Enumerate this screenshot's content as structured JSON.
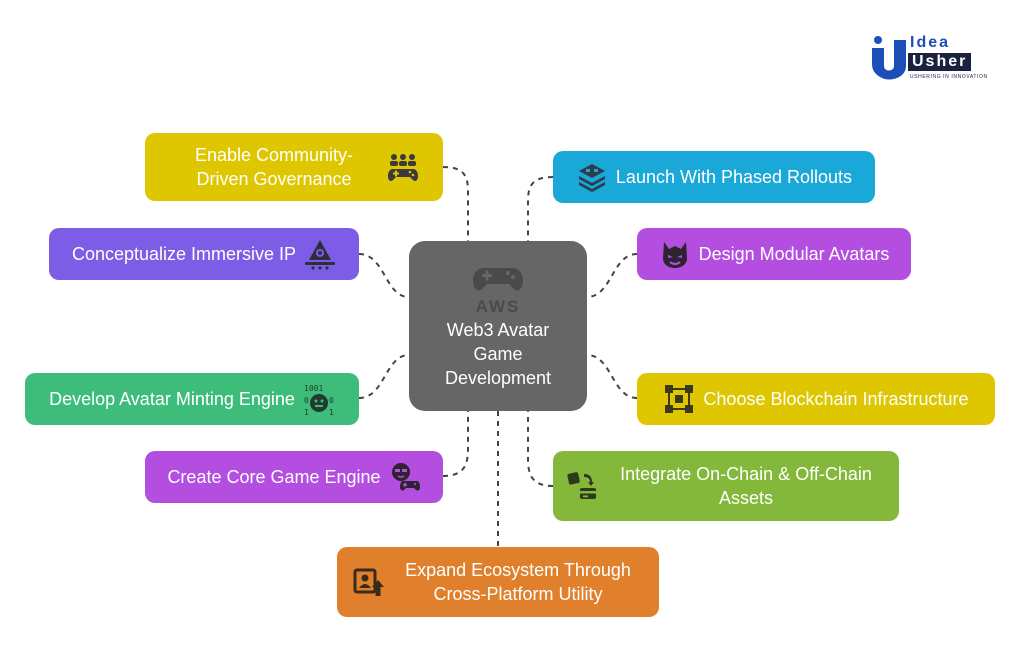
{
  "logo": {
    "word1": "Idea",
    "word2": "Usher",
    "tagline": "USHERING IN INNOVATION"
  },
  "center": {
    "title": "Web3 Avatar Game Development",
    "icon": "aws-gamepad-icon"
  },
  "nodes": [
    {
      "id": "governance",
      "label": "Enable Community-Driven Governance",
      "color": "#dec600",
      "icon": "community-gamepad-icon"
    },
    {
      "id": "phased-rollouts",
      "label": "Launch With Phased Rollouts",
      "color": "#1aa8d8",
      "icon": "layers-icon"
    },
    {
      "id": "immersive-ip",
      "label": "Conceptualize Immersive IP",
      "color": "#7d5ce6",
      "icon": "idea-spark-icon"
    },
    {
      "id": "modular-avatars",
      "label": "Design Modular Avatars",
      "color": "#b44ee0",
      "icon": "avatar-mask-icon"
    },
    {
      "id": "minting-engine",
      "label": "Develop Avatar Minting Engine",
      "color": "#3ebd7a",
      "icon": "binary-face-icon"
    },
    {
      "id": "blockchain",
      "label": "Choose Blockchain Infrastructure",
      "color": "#dec600",
      "icon": "blockchain-nodes-icon"
    },
    {
      "id": "game-engine",
      "label": "Create Core Game Engine",
      "color": "#b44ee0",
      "icon": "gamer-controller-icon"
    },
    {
      "id": "assets",
      "label": "Integrate On-Chain & Off-Chain Assets",
      "color": "#84b83a",
      "icon": "asset-transfer-icon"
    },
    {
      "id": "ecosystem",
      "label": "Expand Ecosystem Through Cross-Platform Utility",
      "color": "#e0802c",
      "icon": "profile-upgrade-icon"
    }
  ]
}
